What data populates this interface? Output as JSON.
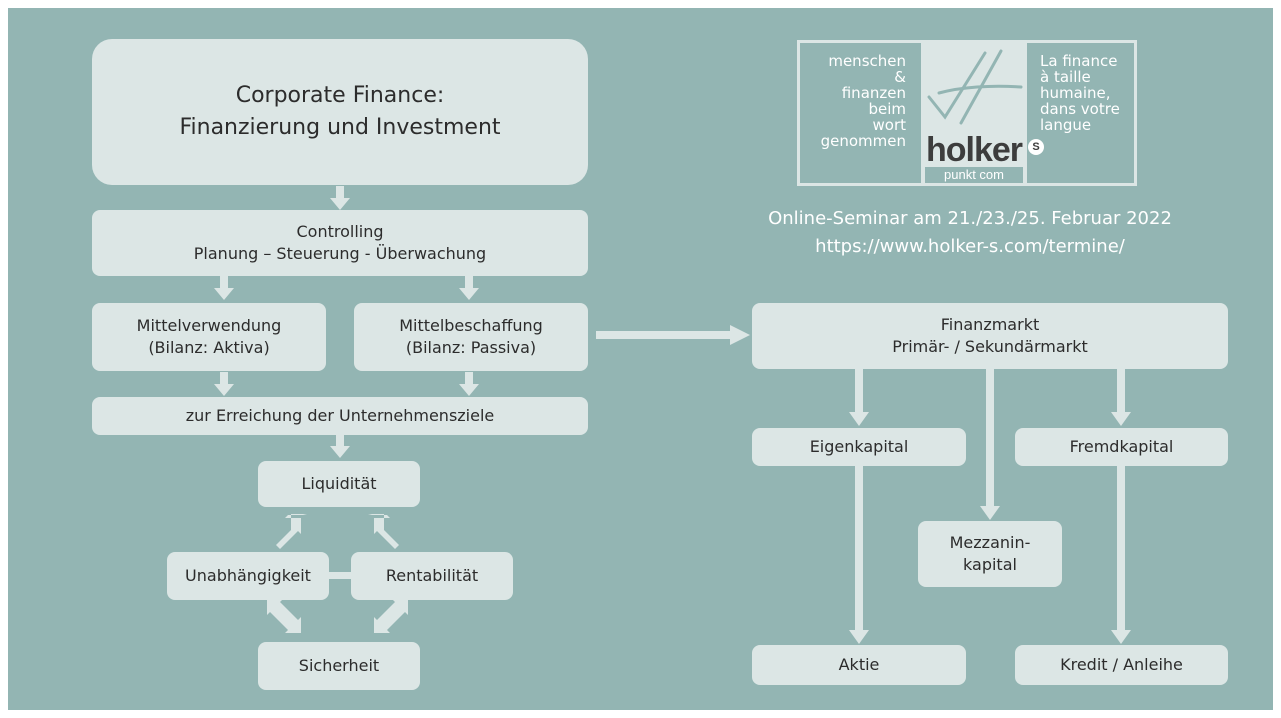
{
  "logo": {
    "left_lines": [
      "menschen",
      "&",
      "finanzen",
      "beim",
      "wort",
      "genommen"
    ],
    "right_lines": [
      "La finance",
      "à taille",
      "humaine,",
      "dans votre",
      "langue"
    ],
    "wordmark": "holker",
    "sub": "punkt com",
    "badge": "S"
  },
  "seminar": {
    "line1": "Online-Seminar  am 21./23./25. Februar 2022",
    "line2": "https://www.holker-s.com/termine/"
  },
  "left": {
    "title": [
      "Corporate Finance:",
      "Finanzierung und Investment"
    ],
    "controlling": [
      "Controlling",
      "Planung – Steuerung - Überwachung"
    ],
    "mittelverwendung": [
      "Mittelverwendung",
      "(Bilanz: Aktiva)"
    ],
    "mittelbeschaffung": [
      "Mittelbeschaffung",
      "(Bilanz: Passiva)"
    ],
    "ziele": "zur Erreichung der Unternehmensziele",
    "liquiditaet": "Liquidität",
    "unabhaengigkeit": "Unabhängigkeit",
    "rentabilitaet": "Rentabilität",
    "sicherheit": "Sicherheit"
  },
  "right": {
    "finanzmarkt": [
      "Finanzmarkt",
      "Primär- / Sekundärmarkt"
    ],
    "eigenkapital": "Eigenkapital",
    "fremdkapital": "Fremdkapital",
    "mezzanin": [
      "Mezzanin-",
      "kapital"
    ],
    "aktie": "Aktie",
    "kredit": "Kredit / Anleihe"
  },
  "colors": {
    "background": "#93b5b3",
    "box": "#dce6e5",
    "text": "#2c2c2c",
    "arrow": "#dce6e5"
  }
}
